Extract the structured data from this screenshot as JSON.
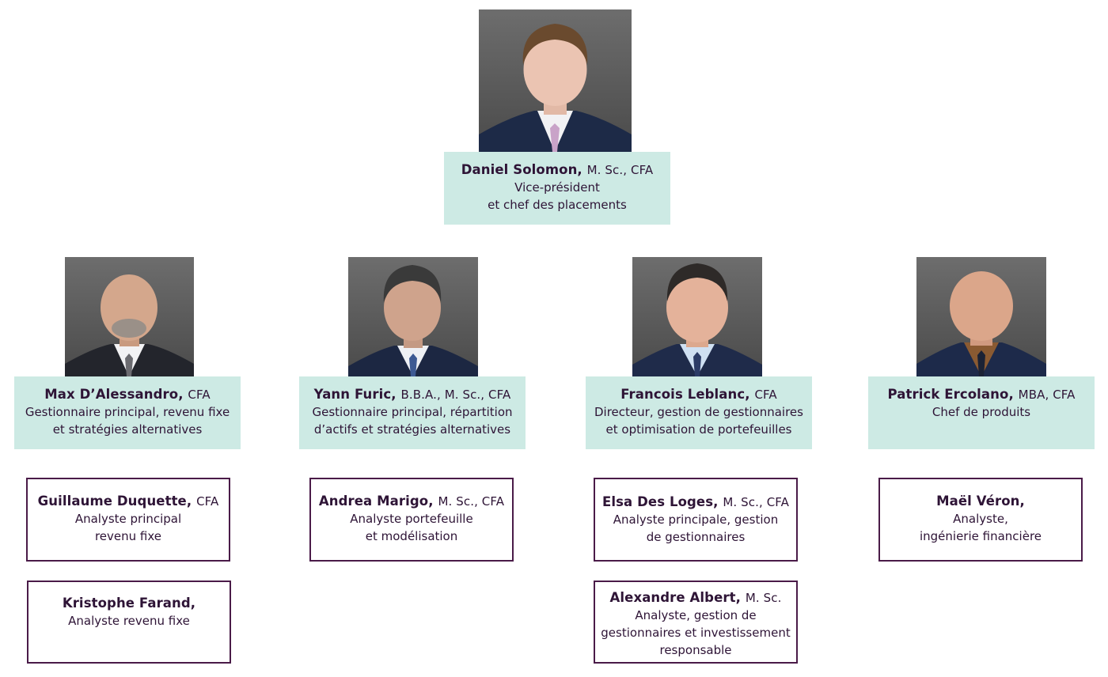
{
  "head": {
    "name": "Daniel Solomon,",
    "cred": "M. Sc., CFA",
    "title_line1": "Vice-président",
    "title_line2": "et chef des placements"
  },
  "managers": [
    {
      "name": "Max D’Alessandro,",
      "cred": "CFA",
      "line1": "Gestionnaire principal, revenu fixe",
      "line2": "et stratégies alternatives"
    },
    {
      "name": "Yann Furic,",
      "cred": "B.B.A., M. Sc., CFA",
      "line1": "Gestionnaire principal, répartition",
      "line2": "d’actifs et stratégies alternatives"
    },
    {
      "name": "Francois Leblanc,",
      "cred": "CFA",
      "line1": "Directeur, gestion de gestionnaires",
      "line2": "et optimisation de portefeuilles"
    },
    {
      "name": "Patrick Ercolano,",
      "cred": "MBA, CFA",
      "line1": "Chef de produits",
      "line2": ""
    }
  ],
  "analysts": [
    {
      "name": "Guillaume Duquette,",
      "cred": "CFA",
      "line1": "Analyste principal",
      "line2": "revenu fixe",
      "line3": ""
    },
    {
      "name": "Kristophe Farand,",
      "cred": "",
      "line1": "Analyste revenu fixe",
      "line2": "",
      "line3": ""
    },
    {
      "name": "Andrea Marigo,",
      "cred": "M. Sc., CFA",
      "line1": "Analyste portefeuille",
      "line2": "et modélisation",
      "line3": ""
    },
    {
      "name": "Elsa Des Loges,",
      "cred": "M. Sc., CFA",
      "line1": "Analyste principale, gestion",
      "line2": "de gestionnaires",
      "line3": ""
    },
    {
      "name": "Alexandre Albert,",
      "cred": "M. Sc.",
      "line1": "Analyste, gestion de",
      "line2": "gestionnaires et investissement",
      "line3": "responsable"
    },
    {
      "name": "Maël Véron,",
      "cred": "",
      "line1": "Analyste,",
      "line2": "ingénierie financière",
      "line3": ""
    }
  ],
  "colors": {
    "card_bg": "#cdeae4",
    "border": "#4a1b48",
    "text": "#2e1436",
    "photo_bg": "#5f5f5f"
  }
}
